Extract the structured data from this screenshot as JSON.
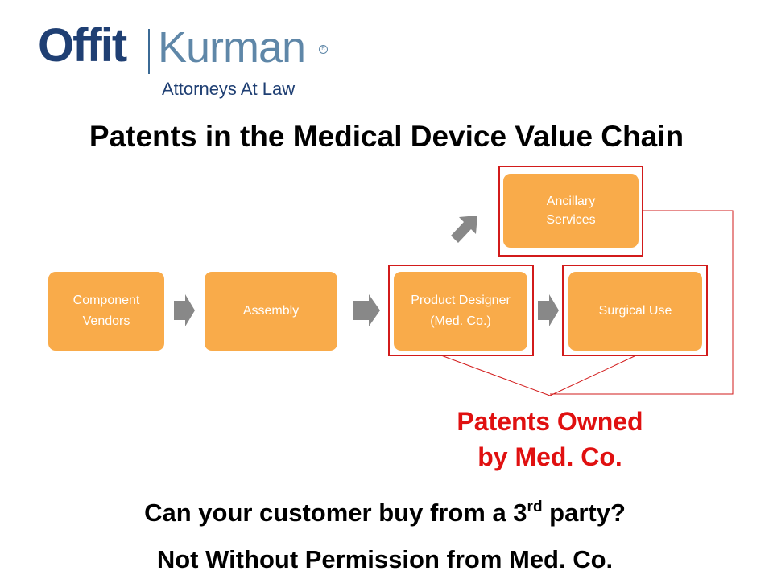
{
  "logo": {
    "name_part1": "Offit",
    "name_part2": "Kurman",
    "registered_mark": "R",
    "tagline": "Attorneys At Law"
  },
  "title": "Patents in the Medical Device Value Chain",
  "diagram": {
    "nodes": [
      {
        "id": "component",
        "lines": [
          "Component",
          "Vendors"
        ]
      },
      {
        "id": "assembly",
        "lines": [
          "Assembly"
        ]
      },
      {
        "id": "designer",
        "lines": [
          "Product Designer",
          "(Med. Co.)"
        ]
      },
      {
        "id": "surgical",
        "lines": [
          "Surgical Use"
        ]
      },
      {
        "id": "ancillary",
        "lines": [
          "Ancillary",
          "Services"
        ]
      }
    ],
    "highlighted": [
      "designer",
      "surgical",
      "ancillary"
    ],
    "callout": {
      "line1": "Patents Owned",
      "line2": "by Med. Co."
    }
  },
  "question": {
    "prefix": "Can your customer buy from a 3",
    "superscript": "rd",
    "suffix": " party?"
  },
  "answer": "Not Without Permission from Med. Co.",
  "colors": {
    "box_fill": "#f9ab4a",
    "box_text": "#ffffff",
    "highlight": "#d21b1b",
    "arrow": "#808080",
    "callout": "#e01010",
    "logo_dark": "#1f3f73",
    "logo_light": "#5f87a8"
  }
}
